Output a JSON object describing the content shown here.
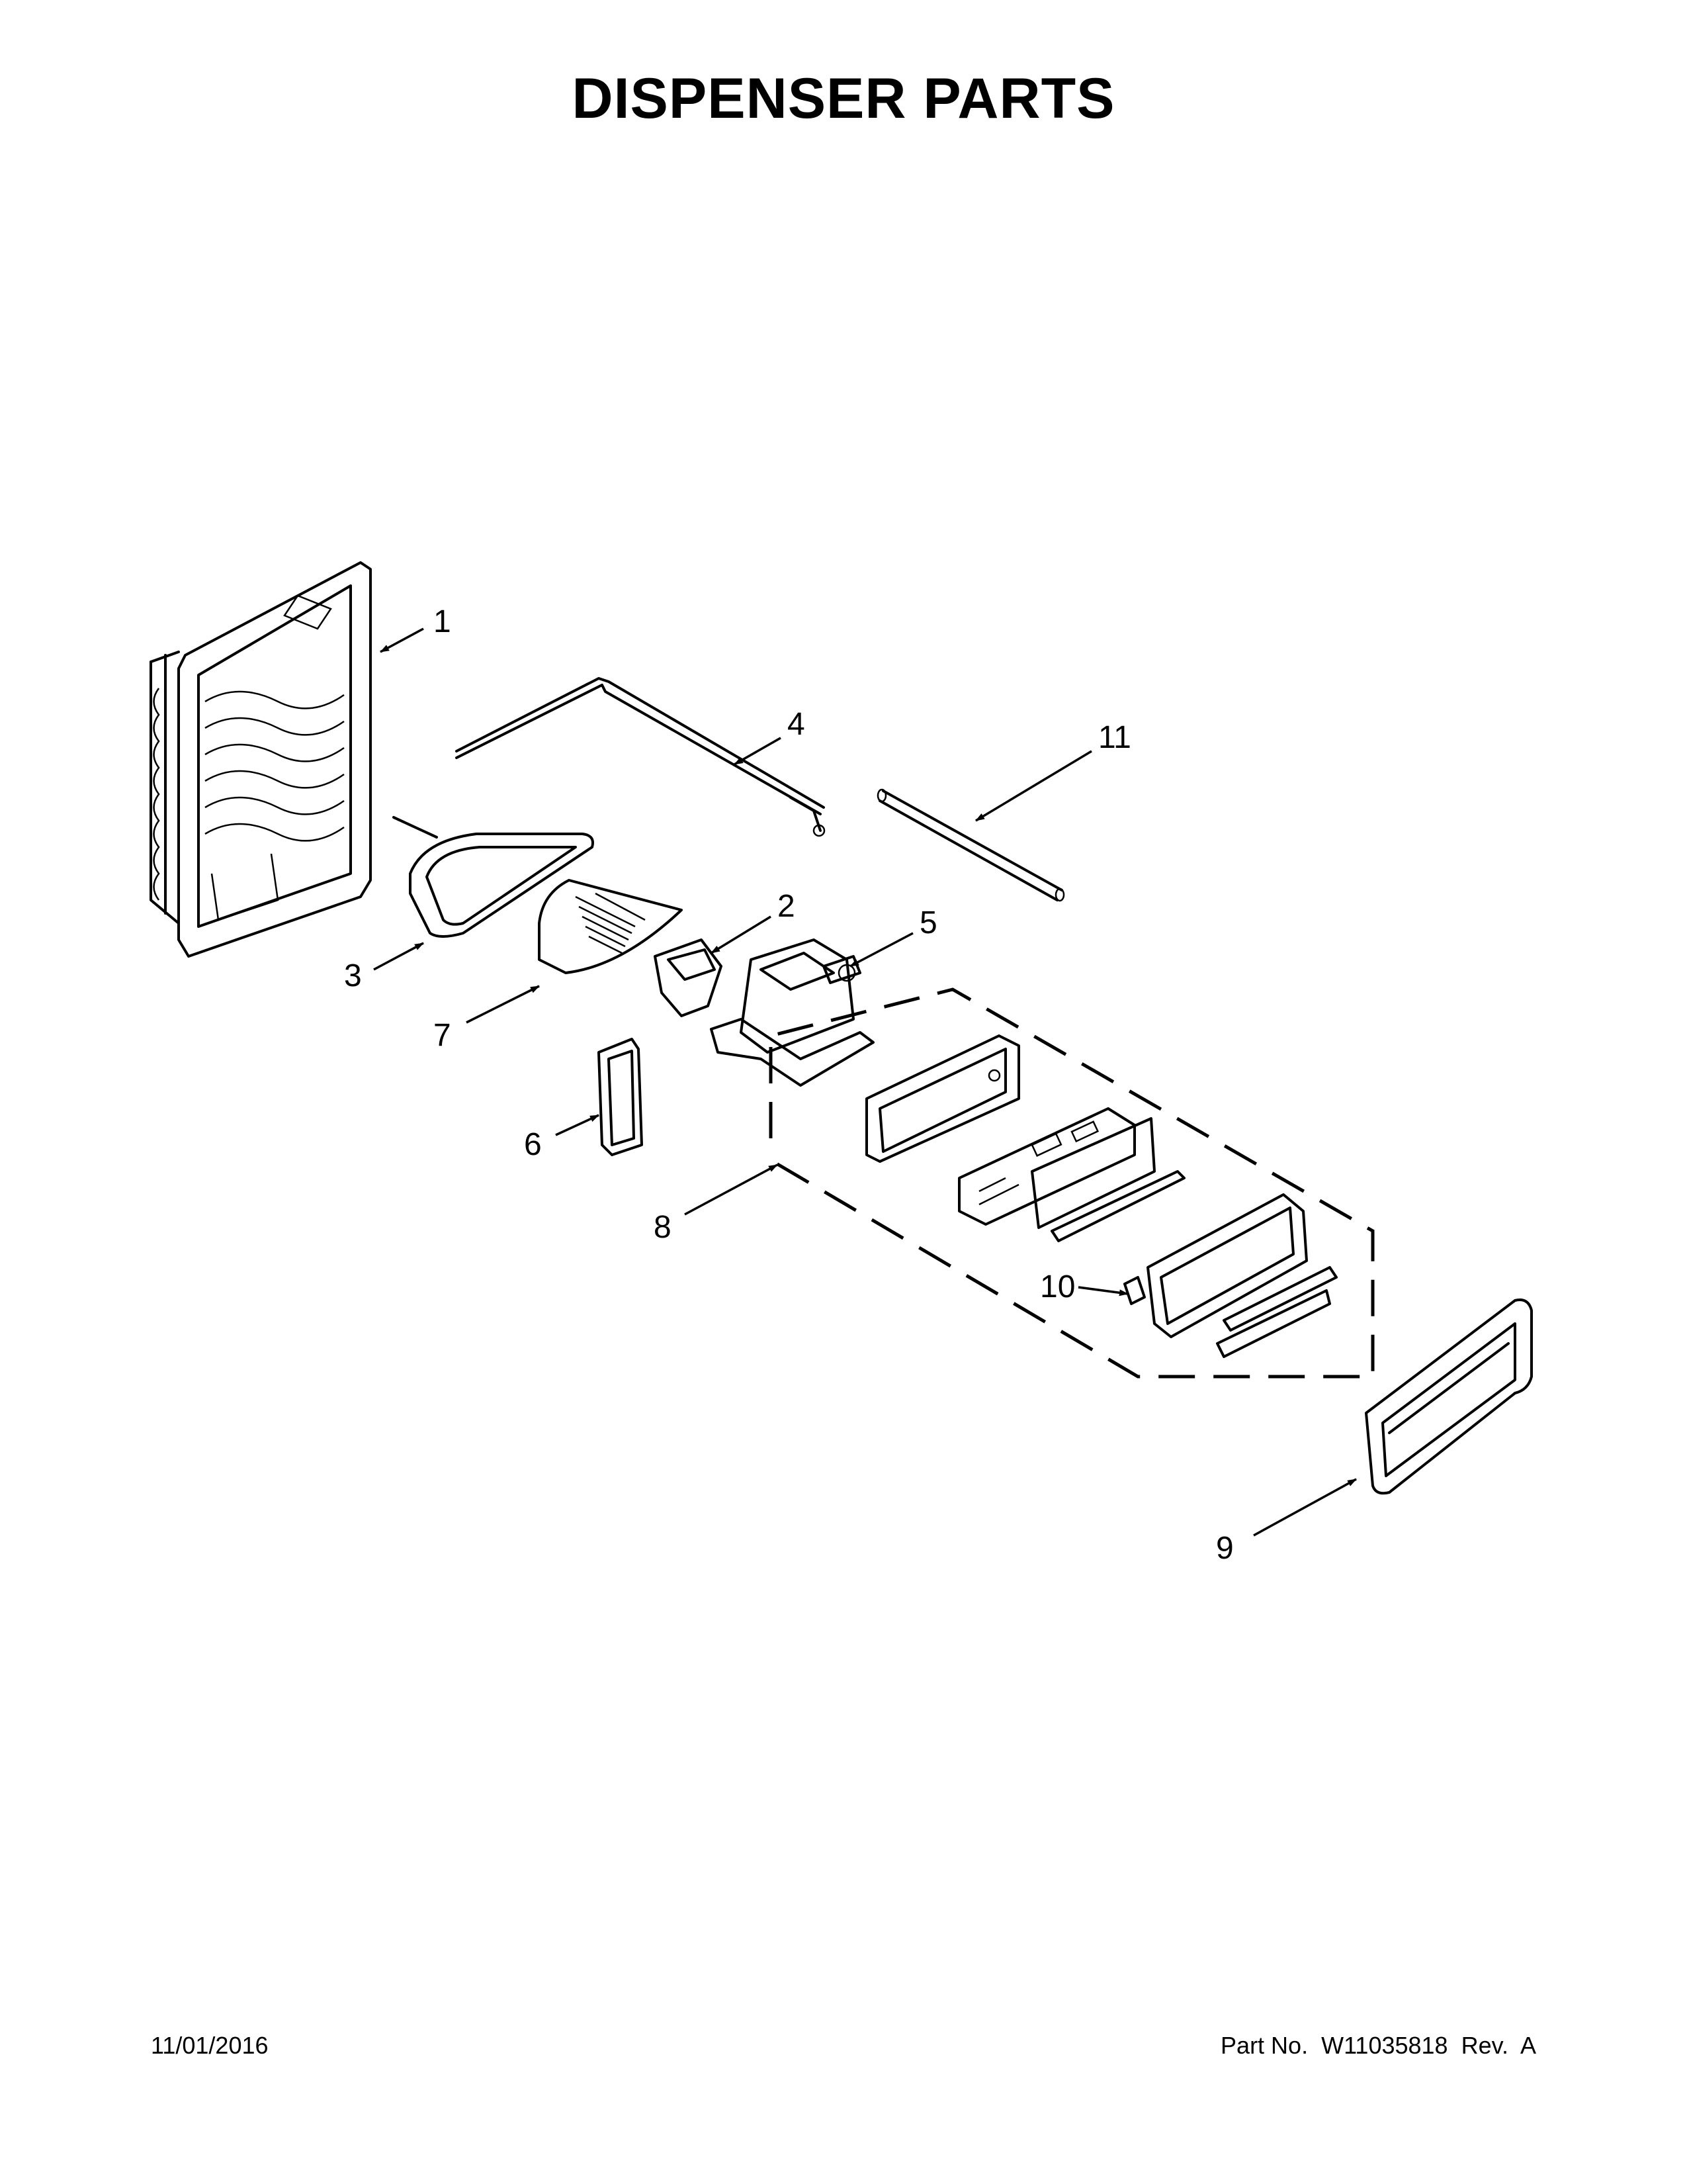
{
  "title": "DISPENSER PARTS",
  "footer": {
    "date": "11/01/2016",
    "part_number_label": "Part No.",
    "part_number": "W11035818",
    "rev_label": "Rev.",
    "rev": "A"
  },
  "callouts": [
    "1",
    "2",
    "3",
    "4",
    "5",
    "6",
    "7",
    "8",
    "9",
    "10",
    "11"
  ]
}
